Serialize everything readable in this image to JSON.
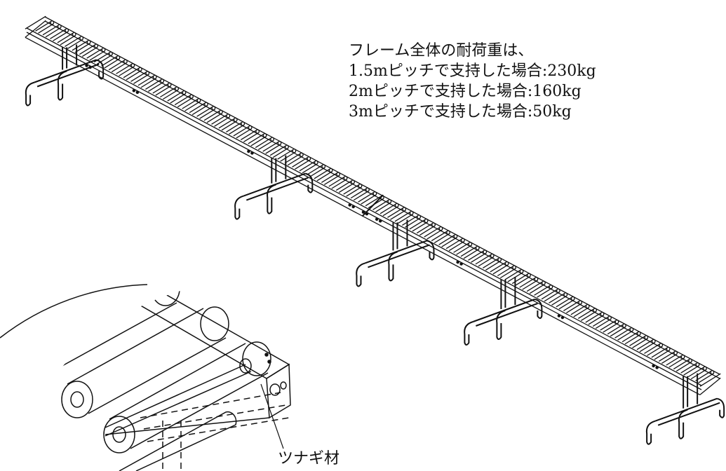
{
  "spec": {
    "heading": "フレーム全体の耐荷重は、",
    "lines": [
      "1.5mピッチで支持した場合:230kg",
      "2mピッチで支持した場合:160kg",
      "3mピッチで支持した場合:50kg"
    ]
  },
  "callout": {
    "label": "ツナギ材"
  },
  "colors": {
    "line": "#111111",
    "background": "#ffffff"
  }
}
